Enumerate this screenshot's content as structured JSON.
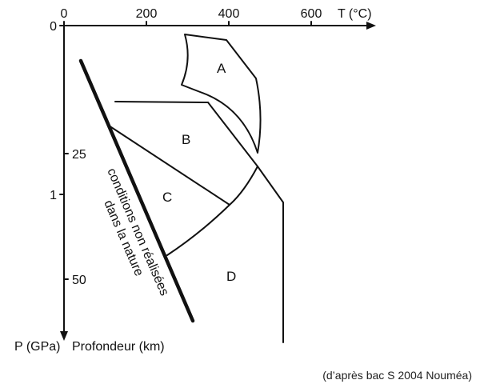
{
  "diagram": {
    "top_axis": {
      "ticks": [
        "0",
        "200",
        "400",
        "600"
      ],
      "label": "T (°C)"
    },
    "left_axis": {
      "pressure_ticks": [
        "0",
        "1"
      ],
      "depth_ticks": [
        "25",
        "50"
      ],
      "pressure_label": "P (GPa)",
      "depth_label": "Profondeur (km)"
    },
    "zones": [
      "A",
      "B",
      "C",
      "D"
    ],
    "boundary_note": {
      "line1": "conditions non réalisées",
      "line2": "dans la nature"
    }
  },
  "caption": "(d’après bac S 2004 Nouméa)"
}
